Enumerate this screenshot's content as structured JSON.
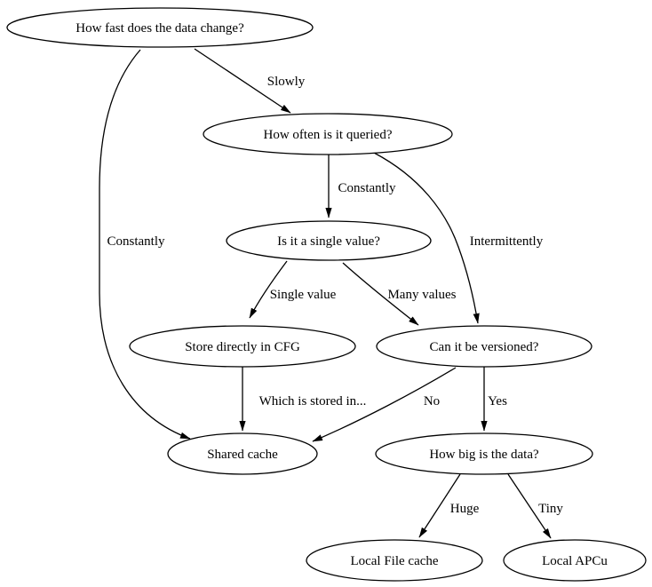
{
  "diagram": {
    "type": "decision-flowchart",
    "topic": "caching strategy decision tree",
    "colors": {
      "background": "#ffffff",
      "node_fill": "#ffffff",
      "stroke": "#000000",
      "text": "#000000"
    },
    "nodes": {
      "how_fast": {
        "label": "How fast does the data change?"
      },
      "how_often": {
        "label": "How often is it queried?"
      },
      "single_value": {
        "label": "Is it a single value?"
      },
      "store_cfg": {
        "label": "Store directly in CFG"
      },
      "versioned": {
        "label": "Can it be versioned?"
      },
      "shared_cache": {
        "label": "Shared cache"
      },
      "how_big": {
        "label": "How big is the data?"
      },
      "local_file": {
        "label": "Local File cache"
      },
      "local_apcu": {
        "label": "Local APCu"
      }
    },
    "edges": {
      "slowly": {
        "from": "how_fast",
        "to": "how_often",
        "label": "Slowly"
      },
      "constantly_left": {
        "from": "how_fast",
        "to": "shared_cache",
        "label": "Constantly"
      },
      "constantly_mid": {
        "from": "how_often",
        "to": "single_value",
        "label": "Constantly"
      },
      "intermittently": {
        "from": "how_often",
        "to": "versioned",
        "label": "Intermittently"
      },
      "single_value": {
        "from": "single_value",
        "to": "store_cfg",
        "label": "Single value"
      },
      "many_values": {
        "from": "single_value",
        "to": "versioned",
        "label": "Many values"
      },
      "which_stored": {
        "from": "store_cfg",
        "to": "shared_cache",
        "label": "Which is stored in..."
      },
      "no": {
        "from": "versioned",
        "to": "shared_cache",
        "label": "No"
      },
      "yes": {
        "from": "versioned",
        "to": "how_big",
        "label": "Yes"
      },
      "huge": {
        "from": "how_big",
        "to": "local_file",
        "label": "Huge"
      },
      "tiny": {
        "from": "how_big",
        "to": "local_apcu",
        "label": "Tiny"
      }
    }
  }
}
